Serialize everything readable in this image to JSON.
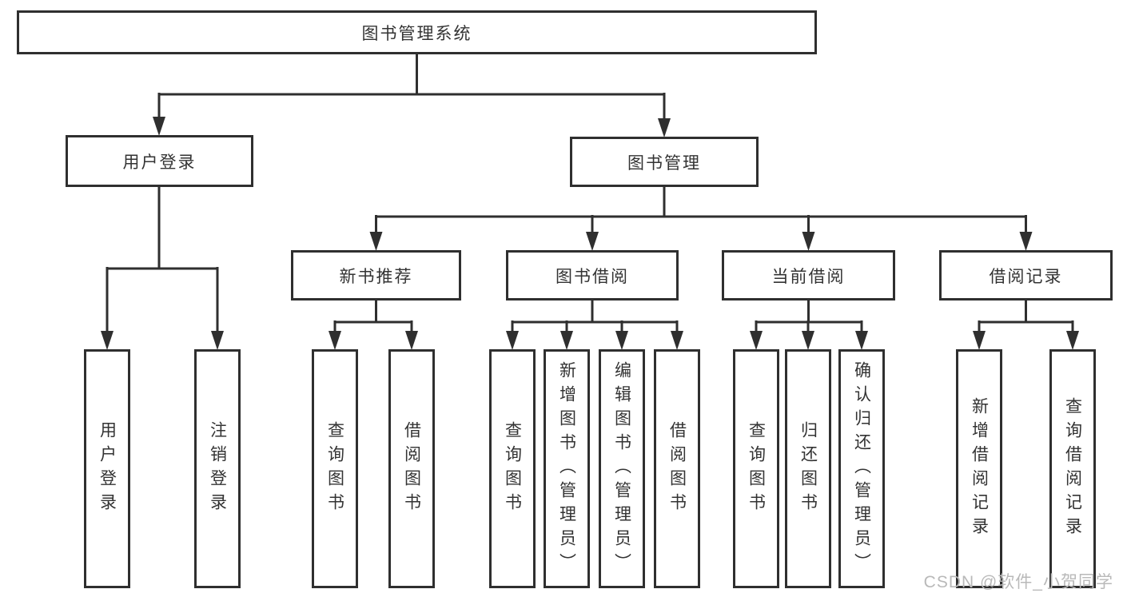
{
  "root": {
    "label": "图书管理系统"
  },
  "level2": [
    {
      "label": "用户登录"
    },
    {
      "label": "图书管理"
    }
  ],
  "level3": [
    {
      "label": "新书推荐"
    },
    {
      "label": "图书借阅"
    },
    {
      "label": "当前借阅"
    },
    {
      "label": "借阅记录"
    }
  ],
  "leaves": [
    {
      "label": "用户登录"
    },
    {
      "label": "注销登录"
    },
    {
      "label": "查询图书"
    },
    {
      "label": "借阅图书"
    },
    {
      "label": "查询图书"
    },
    {
      "label": "新增图书（管理员）"
    },
    {
      "label": "编辑图书（管理员）"
    },
    {
      "label": "借阅图书"
    },
    {
      "label": "查询图书"
    },
    {
      "label": "归还图书"
    },
    {
      "label": "确认归还（管理员）"
    },
    {
      "label": "新增借阅记录"
    },
    {
      "label": "查询借阅记录"
    }
  ],
  "watermark": "CSDN @软件_小贺同学",
  "colors": {
    "line": "#2f2f2f",
    "text": "#333333",
    "box_background": "#ffffff",
    "watermark": "#b9b9b9"
  }
}
